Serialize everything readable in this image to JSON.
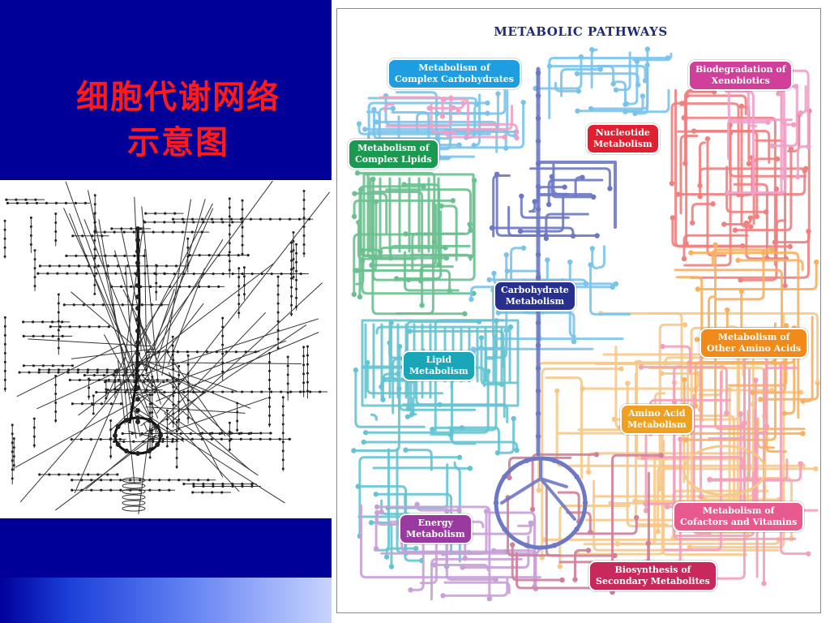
{
  "slide": {
    "title_line1": "细胞代谢网络",
    "title_line2": "示意图",
    "background": "#000099",
    "title_color": "#ff1a1a"
  },
  "map": {
    "heading": "METABOLIC PATHWAYS",
    "labels": [
      {
        "id": "complex-carbohydrates",
        "line1": "Metabolism of",
        "line2": "Complex Carbohydrates",
        "color": "#1e9ee0"
      },
      {
        "id": "xenobiotics",
        "line1": "Biodegradation of",
        "line2": "Xenobiotics",
        "color": "#d0409a"
      },
      {
        "id": "nucleotide",
        "line1": "Nucleotide",
        "line2": "Metabolism",
        "color": "#e02030"
      },
      {
        "id": "complex-lipids",
        "line1": "Metabolism of",
        "line2": "Complex Lipids",
        "color": "#1a9a50"
      },
      {
        "id": "carbohydrate",
        "line1": "Carbohydrate",
        "line2": "Metabolism",
        "color": "#28308e"
      },
      {
        "id": "other-amino-acids",
        "line1": "Metabolism of",
        "line2": "Other Amino Acids",
        "color": "#f08a1a"
      },
      {
        "id": "lipid",
        "line1": "Lipid",
        "line2": "Metabolism",
        "color": "#1aa6b8"
      },
      {
        "id": "amino-acid",
        "line1": "Amino Acid",
        "line2": "Metabolism",
        "color": "#f0a020"
      },
      {
        "id": "cofactors-vitamins",
        "line1": "Metabolism of",
        "line2": "Cofactors and Vitamins",
        "color": "#e85a8e"
      },
      {
        "id": "energy",
        "line1": "Energy",
        "line2": "Metabolism",
        "color": "#9a3aa0"
      },
      {
        "id": "secondary-metabolites",
        "line1": "Biosynthesis of",
        "line2": "Secondary Metabolites",
        "color": "#c8285a"
      }
    ],
    "pathway_colors": {
      "carbohydrate": "#6d78c4",
      "complex_carbohydrates": "#7cc3ea",
      "xenobiotics": "#f0a0c8",
      "nucleotide": "#f08080",
      "complex_lipids": "#6cc090",
      "lipid": "#66c4d2",
      "amino_acid": "#f6c98a",
      "other_amino_acids": "#f8b060",
      "cofactors": "#f4a0b8",
      "energy": "#c8a0d8",
      "secondary": "#d08098"
    }
  }
}
